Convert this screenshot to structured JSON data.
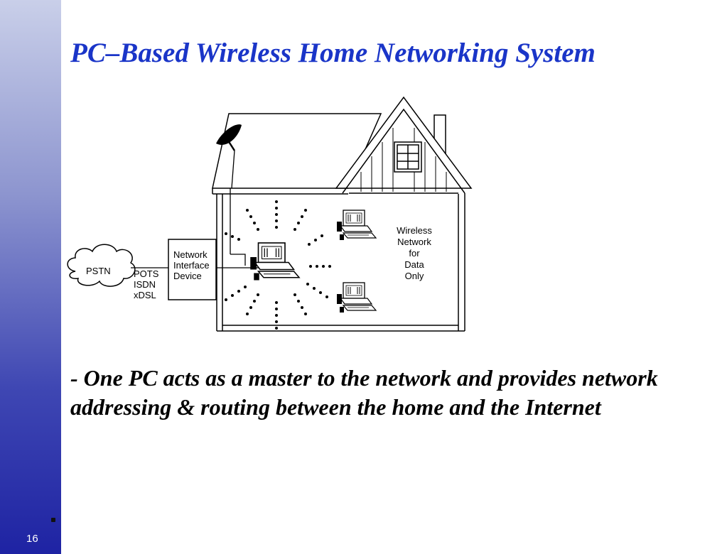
{
  "slide": {
    "title": "PC–Based Wireless Home Networking System",
    "number": "16",
    "colors": {
      "title": "#1a35c8",
      "sidebar_top": "#c9cfe9",
      "sidebar_bottom": "#1e23a3"
    }
  },
  "diagram": {
    "cloud_label": "PSTN",
    "line_types": [
      "POTS",
      "ISDN",
      "xDSL"
    ],
    "nid_label": [
      "Network",
      "Interface",
      "Device"
    ],
    "wireless_label": [
      "Wireless",
      "Network",
      "for",
      "Data",
      "Only"
    ],
    "icons": [
      "satellite-dish-icon",
      "master-pc-icon",
      "client-pc-icon",
      "client-pc-icon"
    ]
  },
  "body": {
    "bullet_text": "- One PC acts as a master to the network and provides network addressing & routing between the home and the Internet"
  }
}
